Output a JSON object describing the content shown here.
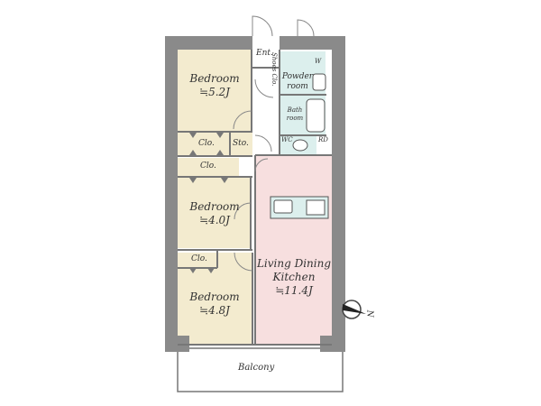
{
  "rooms": {
    "bedroom1": {
      "name": "Bedroom",
      "size": "≒5.2J"
    },
    "bedroom2": {
      "name": "Bedroom",
      "size": "≒4.0J"
    },
    "bedroom3": {
      "name": "Bedroom",
      "size": "≒4.8J"
    },
    "ldk": {
      "name1": "Living Dining",
      "name2": "Kitchen",
      "size": "≒11.4J"
    },
    "entrance": "Ent.",
    "shoes_closet": "Shoes Clo.",
    "powder": {
      "l1": "Powder",
      "l2": "room"
    },
    "bath": {
      "l1": "Bath",
      "l2": "room"
    },
    "wc": "WC",
    "rd": "RD",
    "washer": "W",
    "clo1": "Clo.",
    "sto": "Sto.",
    "clo2": "Clo.",
    "clo3": "Clo.",
    "balcony": "Balcony"
  },
  "colors": {
    "bedroom": "#f3ebcf",
    "ldk": "#f7dfdf",
    "wet": "#dcefed",
    "wall": "#8a8a8a"
  },
  "compass": {
    "label": "N"
  }
}
